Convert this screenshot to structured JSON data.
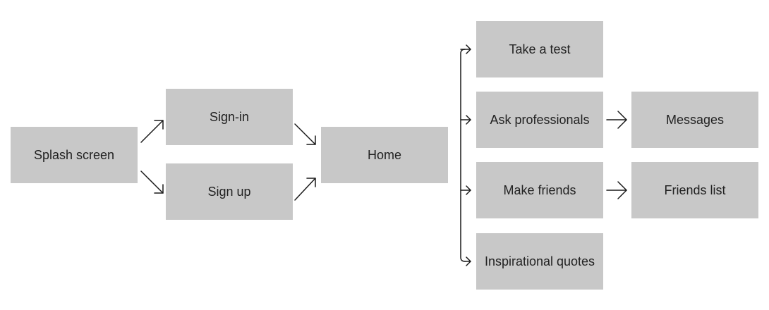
{
  "nodes": {
    "splash": "Splash screen",
    "signin": "Sign-in",
    "signup": "Sign up",
    "home": "Home",
    "test": "Take a test",
    "ask": "Ask professionals",
    "friends": "Make friends",
    "quotes": "Inspirational quotes",
    "messages": "Messages",
    "friends_list": "Friends list"
  },
  "colors": {
    "node_fill": "#c8c8c8",
    "arrow": "#1a1a1a",
    "text": "#222222"
  }
}
